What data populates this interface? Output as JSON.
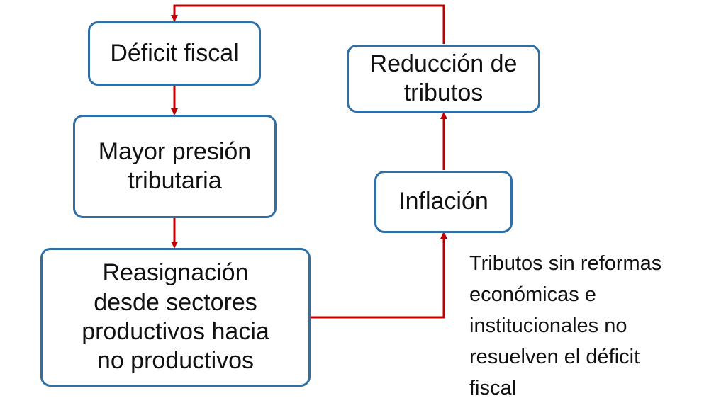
{
  "nodes": {
    "deficit": "Déficit fiscal",
    "presion": "Mayor presión\ntributaria",
    "reasignacion": "Reasignación\ndesde sectores\nproductivos hacia\nno productivos",
    "inflacion": "Inflación",
    "reduccion": "Reducción de\ntributos"
  },
  "note": "Tributos sin reformas\neconómicas e\ninstitucionales no\nresuelven el déficit\nfiscal",
  "colors": {
    "box_border": "#2f6fa3",
    "arrow": "#c00000",
    "text": "#111111"
  }
}
